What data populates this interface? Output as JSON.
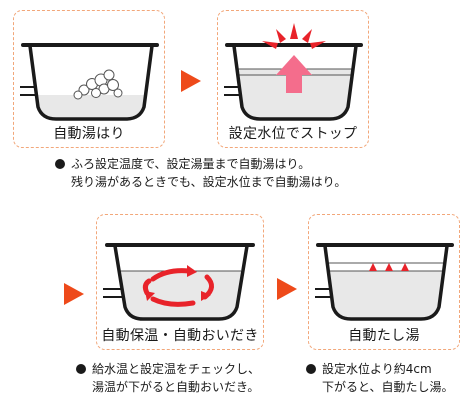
{
  "panels": [
    {
      "label": "自動湯はり"
    },
    {
      "label": "設定水位でストップ"
    },
    {
      "label": "自動保温・自動おいだき"
    },
    {
      "label": "自動たし湯"
    }
  ],
  "notes": {
    "top": {
      "line1": "ふろ設定温度で、設定湯量まで自動湯はり。",
      "line2": "残り湯があるときでも、設定水位まで自動湯はり。"
    },
    "bottom_left": {
      "line1": "給水温と設定温をチェックし、",
      "line2": "湯温が下がると自動おいだき。"
    },
    "bottom_right": {
      "line1": "設定水位より約4cm",
      "line2": "下がると、自動たし湯。"
    }
  },
  "colors": {
    "accent": "#ee4a1a",
    "red": "#e8232a",
    "pink": "#f46d8c",
    "panel_border": "#f2a77a"
  },
  "icons": [
    "bubbles-icon",
    "up-arrow-icon",
    "burst-icon",
    "circulation-arrows-icon",
    "drop-markers-icon",
    "right-arrow-icon",
    "bullet-icon"
  ]
}
